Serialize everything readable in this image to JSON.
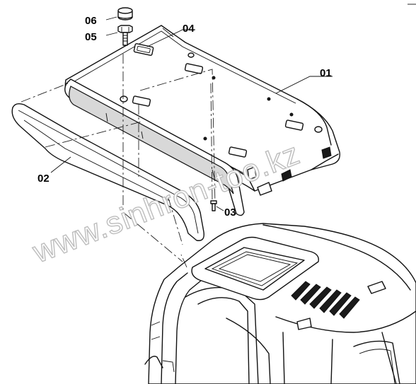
{
  "callouts": {
    "c01": "01",
    "c02": "02",
    "c03": "03",
    "c04": "04",
    "c05": "05",
    "c06": "06"
  },
  "watermark": "www.sinhron-too.kz"
}
